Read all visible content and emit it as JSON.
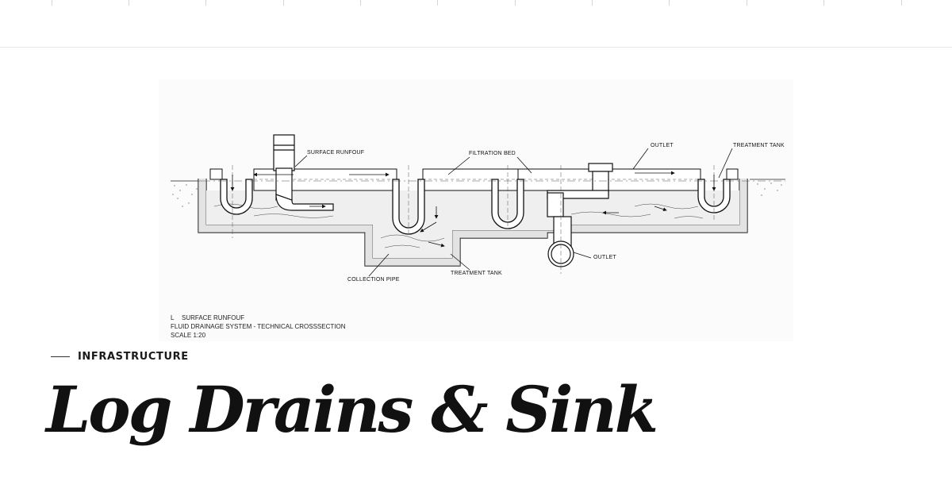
{
  "figure": {
    "callouts": {
      "surface_runoff": "SURFACE RUNFOUF",
      "filtration_bed": "FILTRATION BED",
      "outlet_top": "OUTLET",
      "treatment_tank_right": "TREATMENT TANK",
      "outlet_pipe": "OUTLET",
      "treatment_tank_bottom": "TREATMENT TANK",
      "collection_pipe": "COLLECTION PIPE"
    },
    "caption": {
      "marker": "L",
      "line1": "SURFACE RUNFOUF",
      "line2": "FLUID DRAINAGE SYSTEM - TECHNICAL CROSSSECTION",
      "line3": "SCALE 1:20"
    }
  },
  "article": {
    "category": "INFRASTRUCTURE",
    "title": "Log Drains & Sink"
  }
}
